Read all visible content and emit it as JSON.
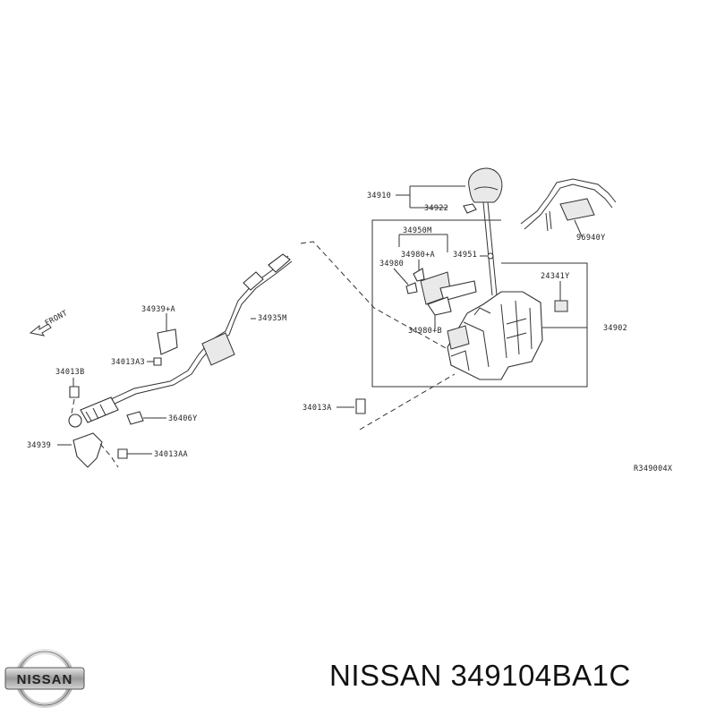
{
  "diagram": {
    "front_label": "FRONT",
    "ref_code": "R349004X",
    "labels": {
      "p34910": "34910",
      "p34922": "34922",
      "p96940Y": "96940Y",
      "p34950M": "34950M",
      "p34980A": "34980+A",
      "p34980": "34980",
      "p34951": "34951",
      "p24341Y": "24341Y",
      "p34980B": "34980+B",
      "p34902": "34902",
      "p34939A": "34939+A",
      "p34935M": "34935M",
      "p34013A3": "34013A3",
      "p34013B": "34013B",
      "p36406Y": "36406Y",
      "p34939": "34939",
      "p34013AA": "34013AA",
      "p34013A": "34013A"
    }
  },
  "logo": {
    "text": "NISSAN"
  },
  "caption": {
    "brand": "NISSAN",
    "part_number": "349104BA1C"
  }
}
